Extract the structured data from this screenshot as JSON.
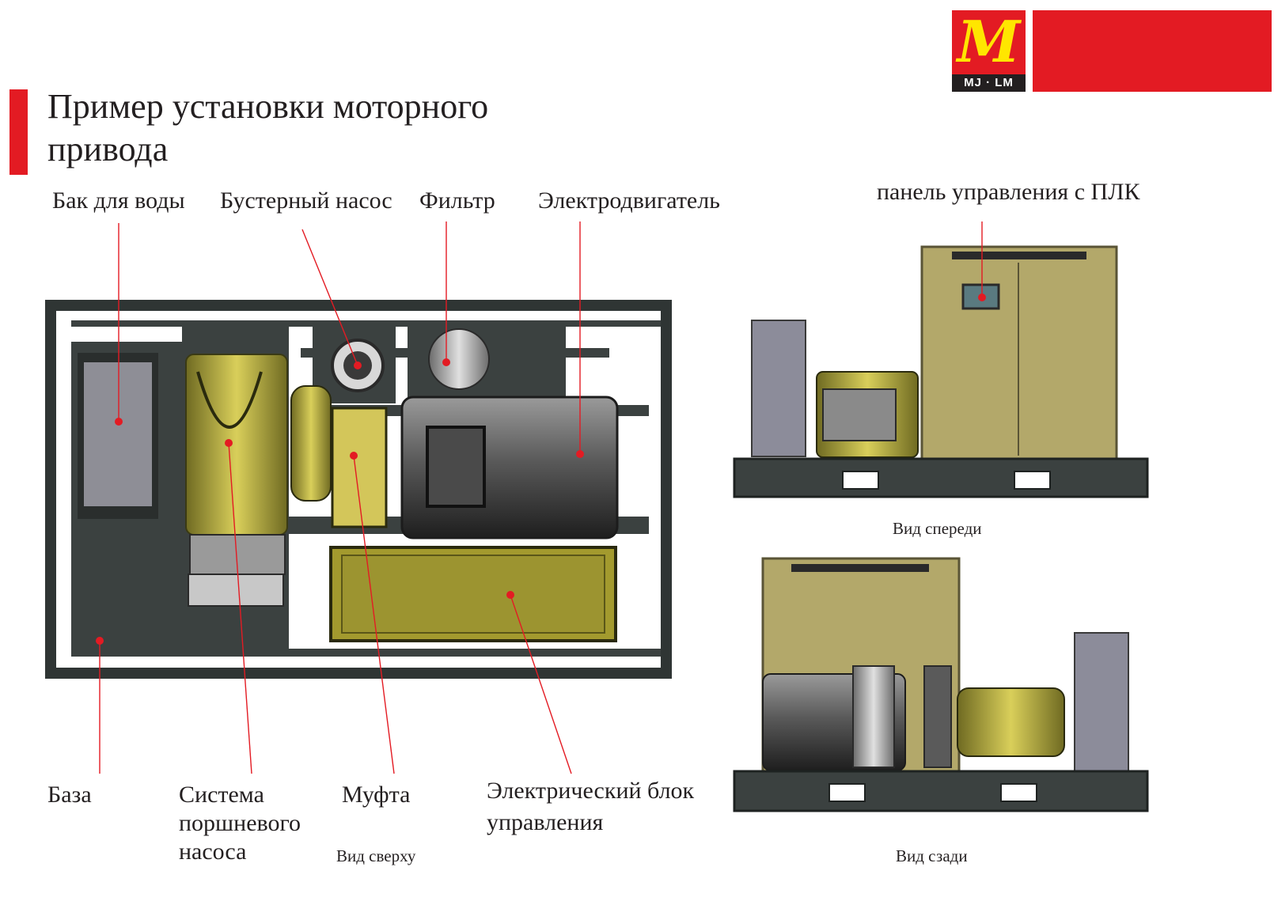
{
  "title": "Пример установки моторного привода",
  "logo": {
    "monogram": "M",
    "text": "MJ · LM"
  },
  "labels": {
    "water_tank": "Бак для воды",
    "booster_pump": "Бустерный насос",
    "filter": "Фильтр",
    "motor": "Электродвигатель",
    "plc_panel": "панель управления с ПЛК",
    "base": "База",
    "piston_pump": "Система поршневого насоса",
    "coupling": "Муфта",
    "electrical_box": "Электрический блок управления"
  },
  "captions": {
    "top_view": "Вид сверху",
    "front_view": "Вид спереди",
    "rear_view": "Вид сзади"
  },
  "colors": {
    "brand_red": "#e31b23",
    "logo_yellow": "#ffe600",
    "frame_dark": "#3b4140",
    "panel_olive": "#b3a86a",
    "brass": "#bfb24a",
    "motor_gray": "#4a4a4a",
    "tank_gray": "#8c8c9a",
    "leader_red": "#e31b23"
  }
}
